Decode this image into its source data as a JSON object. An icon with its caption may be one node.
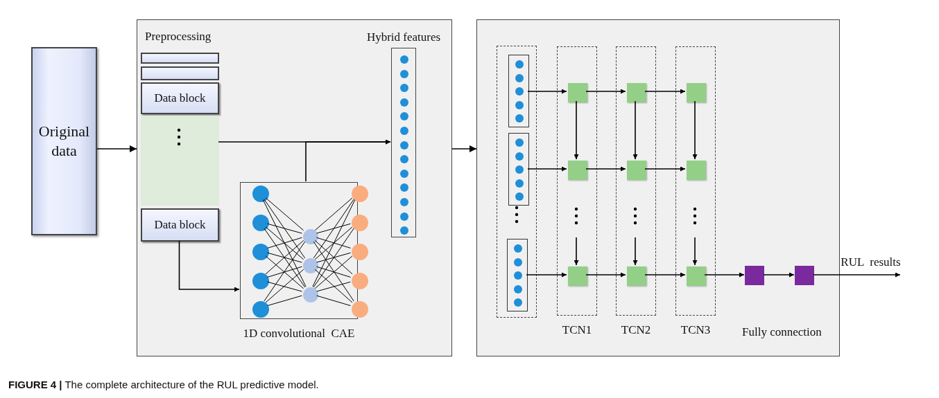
{
  "diagram": {
    "caption": "**FIGURE 4 |** The complete architecture of the RUL predictive model.",
    "nodes": [
      {
        "text": [
          "Original data"
        ]
      },
      {
        "text": [],
        "shape": "box"
      },
      {
        "text": [
          "Preprocessing"
        ],
        "in": 1
      },
      {
        "text": [],
        "shape": "box",
        "in": 2
      },
      {
        "text": [],
        "shape": "box",
        "in": 2
      },
      {
        "text": [
          "Data block"
        ],
        "in": 2
      },
      {
        "text": [],
        "shape": "box",
        "in": 2
      },
      {
        "text": [
          "Data block"
        ],
        "in": 2
      },
      {
        "text": [
          "1D convolutional  CAE"
        ],
        "in": 1
      },
      {
        "text": [],
        "shape": "circle",
        "in": 8
      },
      {
        "text": [],
        "shape": "circle",
        "in": 8
      },
      {
        "text": [],
        "shape": "circle",
        "in": 8
      },
      {
        "text": [],
        "shape": "circle",
        "in": 8
      },
      {
        "text": [],
        "shape": "circle",
        "in": 8
      },
      {
        "text": [],
        "shape": "circle",
        "in": 8
      },
      {
        "text": [],
        "shape": "circle",
        "in": 8
      },
      {
        "text": [],
        "shape": "circle",
        "in": 8
      },
      {
        "text": [],
        "shape": "circle",
        "in": 8
      },
      {
        "text": [],
        "shape": "circle",
        "in": 8
      },
      {
        "text": [],
        "shape": "circle",
        "in": 8
      },
      {
        "text": [],
        "shape": "circle",
        "in": 8
      },
      {
        "text": [],
        "shape": "circle",
        "in": 8
      },
      {
        "text": [
          "Hybrid features"
        ],
        "in": 1
      },
      {
        "text": [],
        "shape": "circle",
        "in": 22
      },
      {
        "text": [],
        "shape": "circle",
        "in": 22
      },
      {
        "text": [],
        "shape": "circle",
        "in": 22
      },
      {
        "text": [],
        "shape": "circle",
        "in": 22
      },
      {
        "text": [],
        "shape": "circle",
        "in": 22
      },
      {
        "text": [],
        "shape": "circle",
        "in": 22
      },
      {
        "text": [],
        "shape": "circle",
        "in": 22
      },
      {
        "text": [],
        "shape": "circle",
        "in": 22
      },
      {
        "text": [],
        "shape": "circle",
        "in": 22
      },
      {
        "text": [],
        "shape": "circle",
        "in": 22
      },
      {
        "text": [],
        "shape": "circle",
        "in": 22
      },
      {
        "text": [],
        "shape": "circle",
        "in": 22
      },
      {
        "text": [],
        "shape": "circle",
        "in": 22
      },
      {
        "text": [],
        "shape": "box"
      },
      {
        "text": [],
        "shape": "box",
        "in": 36
      },
      {
        "text": [],
        "shape": "box",
        "in": 37
      },
      {
        "text": [],
        "shape": "circle",
        "in": 38
      },
      {
        "text": [],
        "shape": "circle",
        "in": 38
      },
      {
        "text": [],
        "shape": "circle",
        "in": 38
      },
      {
        "text": [],
        "shape": "circle",
        "in": 38
      },
      {
        "text": [],
        "shape": "circle",
        "in": 38
      },
      {
        "text": [],
        "shape": "box",
        "in": 37
      },
      {
        "text": [],
        "shape": "circle",
        "in": 44
      },
      {
        "text": [],
        "shape": "circle",
        "in": 44
      },
      {
        "text": [],
        "shape": "circle",
        "in": 44
      },
      {
        "text": [],
        "shape": "circle",
        "in": 44
      },
      {
        "text": [],
        "shape": "circle",
        "in": 44
      },
      {
        "text": [],
        "shape": "box",
        "in": 37
      },
      {
        "text": [],
        "shape": "circle",
        "in": 50
      },
      {
        "text": [],
        "shape": "circle",
        "in": 50
      },
      {
        "text": [],
        "shape": "circle",
        "in": 50
      },
      {
        "text": [],
        "shape": "circle",
        "in": 50
      },
      {
        "text": [],
        "shape": "circle",
        "in": 50
      },
      {
        "text": [
          "TCN1"
        ],
        "in": 36
      },
      {
        "text": [],
        "shape": "box",
        "in": 56
      },
      {
        "text": [],
        "shape": "box",
        "in": 56
      },
      {
        "text": [],
        "shape": "box",
        "in": 56
      },
      {
        "text": [
          "TCN2"
        ],
        "in": 36
      },
      {
        "text": [],
        "shape": "box",
        "in": 60
      },
      {
        "text": [],
        "shape": "box",
        "in": 60
      },
      {
        "text": [],
        "shape": "box",
        "in": 60
      },
      {
        "text": [
          "TCN3"
        ],
        "in": 36
      },
      {
        "text": [],
        "shape": "box",
        "in": 64
      },
      {
        "text": [],
        "shape": "box",
        "in": 64
      },
      {
        "text": [],
        "shape": "box",
        "in": 64
      },
      {
        "text": [],
        "shape": "box",
        "in": 36
      },
      {
        "text": [],
        "shape": "box",
        "in": 36
      }
    ],
    "edges": [
      {
        "from": 0,
        "to": 1,
        "arrow": "to"
      },
      {
        "from": 1,
        "to": 36,
        "arrow": "to"
      },
      {
        "from": 6,
        "to": 22,
        "arrow": "to"
      },
      {
        "from": 7,
        "to": 8,
        "arrow": "to"
      },
      {
        "from": 8,
        "to": 22,
        "arrow": "to"
      },
      {
        "from": 9,
        "to": 14,
        "arrow": "none"
      },
      {
        "from": 9,
        "to": 15,
        "arrow": "none"
      },
      {
        "from": 9,
        "to": 16,
        "arrow": "none"
      },
      {
        "from": 10,
        "to": 14,
        "arrow": "none"
      },
      {
        "from": 10,
        "to": 15,
        "arrow": "none"
      },
      {
        "from": 10,
        "to": 16,
        "arrow": "none"
      },
      {
        "from": 11,
        "to": 14,
        "arrow": "none"
      },
      {
        "from": 11,
        "to": 15,
        "arrow": "none"
      },
      {
        "from": 11,
        "to": 16,
        "arrow": "none"
      },
      {
        "from": 12,
        "to": 14,
        "arrow": "none"
      },
      {
        "from": 12,
        "to": 15,
        "arrow": "none"
      },
      {
        "from": 12,
        "to": 16,
        "arrow": "none"
      },
      {
        "from": 13,
        "to": 14,
        "arrow": "none"
      },
      {
        "from": 13,
        "to": 15,
        "arrow": "none"
      },
      {
        "from": 13,
        "to": 16,
        "arrow": "none"
      },
      {
        "from": 14,
        "to": 17,
        "arrow": "none"
      },
      {
        "from": 14,
        "to": 18,
        "arrow": "none"
      },
      {
        "from": 14,
        "to": 19,
        "arrow": "none"
      },
      {
        "from": 14,
        "to": 20,
        "arrow": "none"
      },
      {
        "from": 14,
        "to": 21,
        "arrow": "none"
      },
      {
        "from": 15,
        "to": 17,
        "arrow": "none"
      },
      {
        "from": 15,
        "to": 18,
        "arrow": "none"
      },
      {
        "from": 15,
        "to": 19,
        "arrow": "none"
      },
      {
        "from": 15,
        "to": 20,
        "arrow": "none"
      },
      {
        "from": 15,
        "to": 21,
        "arrow": "none"
      },
      {
        "from": 16,
        "to": 17,
        "arrow": "none"
      },
      {
        "from": 16,
        "to": 18,
        "arrow": "none"
      },
      {
        "from": 16,
        "to": 19,
        "arrow": "none"
      },
      {
        "from": 16,
        "to": 20,
        "arrow": "none"
      },
      {
        "from": 16,
        "to": 21,
        "arrow": "none"
      },
      {
        "from": 38,
        "to": 57,
        "arrow": "to"
      },
      {
        "from": 44,
        "to": 58,
        "arrow": "to"
      },
      {
        "from": 50,
        "to": 59,
        "arrow": "to"
      },
      {
        "from": 57,
        "to": 61,
        "arrow": "to"
      },
      {
        "from": 61,
        "to": 65,
        "arrow": "to"
      },
      {
        "from": 58,
        "to": 62,
        "arrow": "to"
      },
      {
        "from": 62,
        "to": 66,
        "arrow": "to"
      },
      {
        "from": 59,
        "to": 63,
        "arrow": "to"
      },
      {
        "from": 63,
        "to": 67,
        "arrow": "to"
      },
      {
        "from": 57,
        "to": 58,
        "arrow": "to"
      },
      {
        "from": 61,
        "to": 62,
        "arrow": "to"
      },
      {
        "from": 65,
        "to": 66,
        "arrow": "to"
      },
      {
        "from": null,
        "to": 59,
        "arrow": "to"
      },
      {
        "from": null,
        "to": 63,
        "arrow": "to"
      },
      {
        "from": null,
        "to": 67,
        "arrow": "to"
      },
      {
        "from": 67,
        "to": 68,
        "arrow": "to"
      },
      {
        "from": 68,
        "to": 69,
        "arrow": "to"
      },
      {
        "from": 69,
        "to": null,
        "label": "RUL  results",
        "arrow": "to"
      }
    ],
    "labels": [
      "Fully connection"
    ]
  }
}
